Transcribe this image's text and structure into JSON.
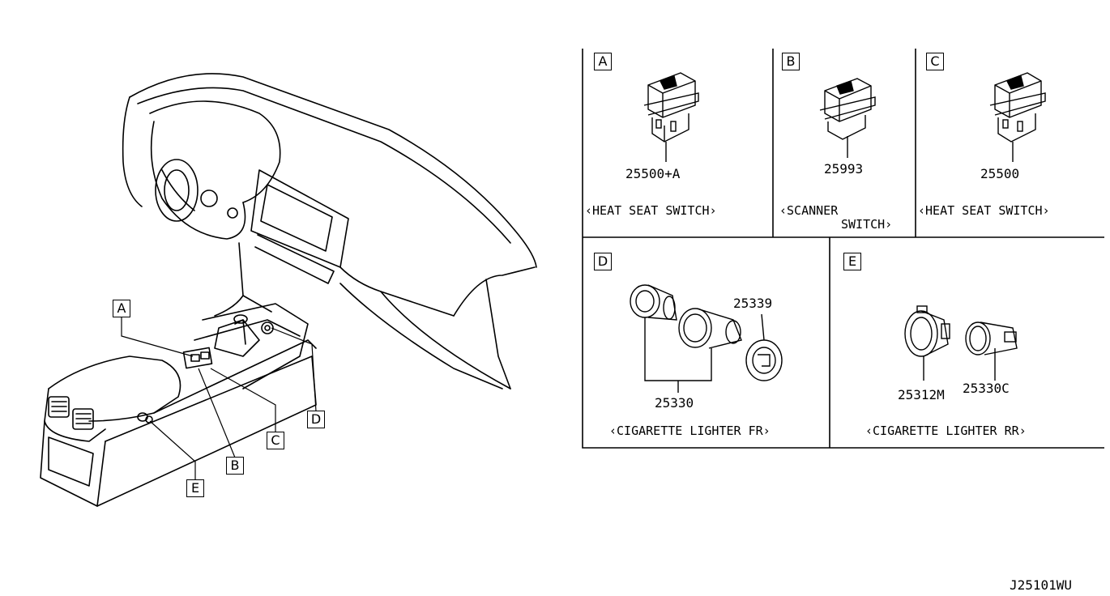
{
  "diagram_code": "J25101WU",
  "callouts": [
    "A",
    "B",
    "C",
    "D",
    "E"
  ],
  "panels": {
    "A": {
      "letter": "A",
      "part": "25500+A",
      "caption": "‹HEAT SEAT SWITCH›"
    },
    "B": {
      "letter": "B",
      "part": "25993",
      "caption_line1": "‹SCANNER",
      "caption_line2": "SWITCH›"
    },
    "C": {
      "letter": "C",
      "part": "25500",
      "caption": "‹HEAT SEAT SWITCH›"
    },
    "D": {
      "letter": "D",
      "part_lighter": "25339",
      "part_assy": "25330",
      "caption": "‹CIGARETTE LIGHTER FR›"
    },
    "E": {
      "letter": "E",
      "part_socket": "25312M",
      "part_housing": "25330C",
      "caption": "‹CIGARETTE LIGHTER RR›"
    }
  }
}
